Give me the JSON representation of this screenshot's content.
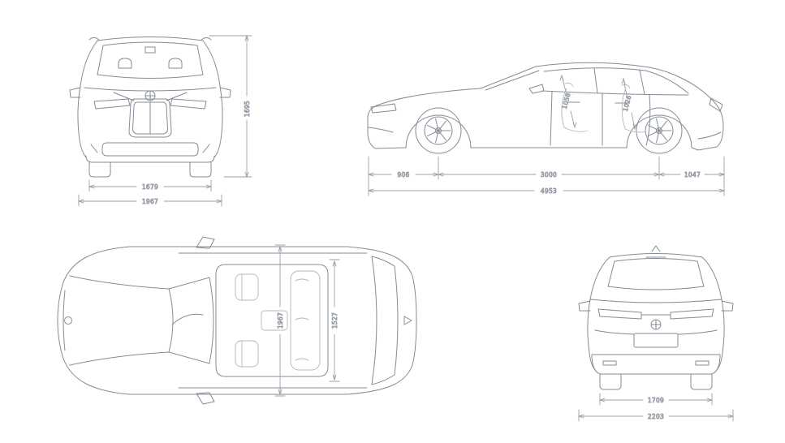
{
  "colors": {
    "background": "#ffffff",
    "car_line": "#858b95",
    "dim_line": "#9aa0a9",
    "label_text": "#6b7179"
  },
  "views": {
    "front": {
      "height": "1695",
      "track_width": "1679",
      "overall_width": "1967"
    },
    "side": {
      "front_overhang": "906",
      "wheelbase": "3000",
      "rear_overhang": "1047",
      "overall_length": "4953",
      "interior_height_front": "1058",
      "interior_height_rear": "1026"
    },
    "top": {
      "overall_width": "1967",
      "interior_width": "1527"
    },
    "rear": {
      "track_width": "1709",
      "width_incl_mirrors": "2203"
    }
  }
}
